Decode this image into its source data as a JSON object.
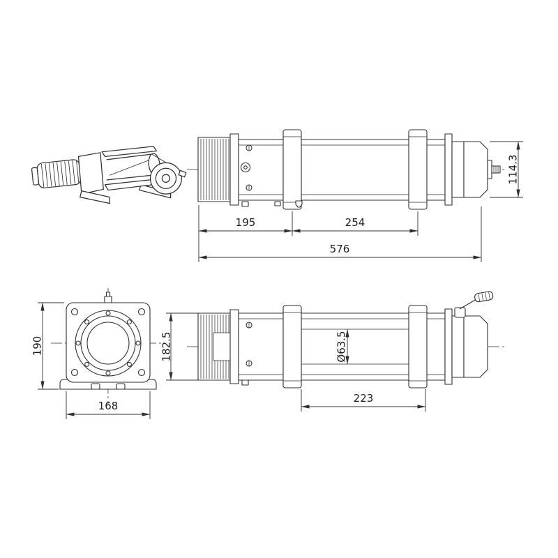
{
  "colors": {
    "background": "#ffffff",
    "line": "#2f2f2f"
  },
  "views": {
    "side_top": {
      "dim_left_segment": "195",
      "dim_mid_segment": "254",
      "dim_total_length": "576",
      "dim_height": "114.3"
    },
    "front": {
      "dim_height": "190",
      "dim_width": "168"
    },
    "side_bottom": {
      "dim_height": "182.5",
      "dim_drum_diameter": "Ø63.5",
      "dim_drum_length": "223"
    }
  }
}
